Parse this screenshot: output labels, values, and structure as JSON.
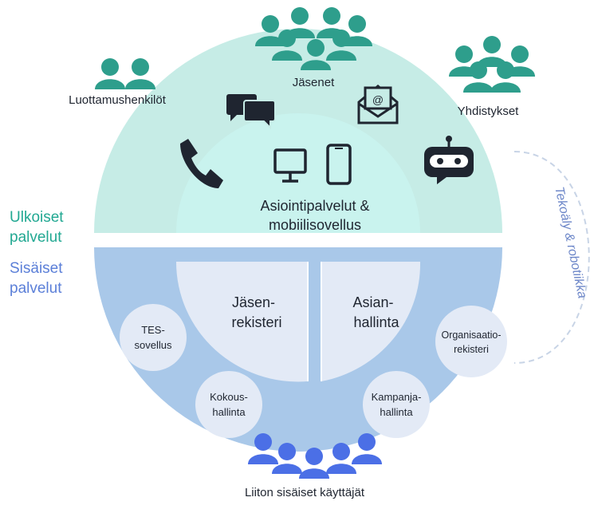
{
  "diagram": {
    "top_groups": {
      "members": "Jäsenet",
      "trustees": "Luottamushenkilöt",
      "associations": "Yhdistykset"
    },
    "center": {
      "line1": "Asiointipalvelut &",
      "line2": "mobiilisovellus"
    },
    "side_labels": {
      "external_line1": "Ulkoiset",
      "external_line2": "palvelut",
      "internal_line1": "Sisäiset",
      "internal_line2": "palvelut"
    },
    "inner_blocks": {
      "member_register_line1": "Jäsen-",
      "member_register_line2": "rekisteri",
      "case_mgmt_line1": "Asian-",
      "case_mgmt_line2": "hallinta"
    },
    "small_circles": {
      "tes_line1": "TES-",
      "tes_line2": "sovellus",
      "meeting_line1": "Kokous-",
      "meeting_line2": "hallinta",
      "campaign_line1": "Kampanja-",
      "campaign_line2": "hallinta",
      "org_line1": "Organisaatio-",
      "org_line2": "rekisteri"
    },
    "ai_label": "Tekoäly & robotiikka",
    "bottom_users": "Liiton sisäiset käyttäjät",
    "colors": {
      "outer_teal": "#c6ece6",
      "inner_mint": "#c9f3ee",
      "lower_blue": "#a9c8e9",
      "inner_light": "#e3eaf6",
      "teal_people": "#2e9e8c",
      "blue_people": "#4b6fe6",
      "external_text": "#21a892",
      "internal_text": "#5b7fd8",
      "icon_dark": "#1f2530"
    }
  }
}
